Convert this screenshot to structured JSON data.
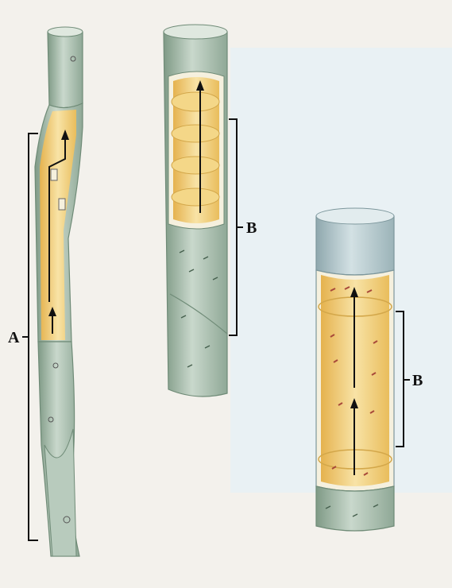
{
  "labels": {
    "tracheid_bracket": "A",
    "vessel_bracket_left": "B",
    "vessel_bracket_right": "B"
  },
  "colors": {
    "background": "#f3f1ec",
    "blue_panel": "#e9f1f4",
    "lumen_yellow": "#f2cf72",
    "lumen_yellow_light": "#f8e3a6",
    "wall_green": "#a9c0ae",
    "wall_green_dark": "#7f9a86",
    "wall_blue": "#b9cdd2",
    "arrow": "#111111",
    "pit_marks": "#a8493a"
  }
}
